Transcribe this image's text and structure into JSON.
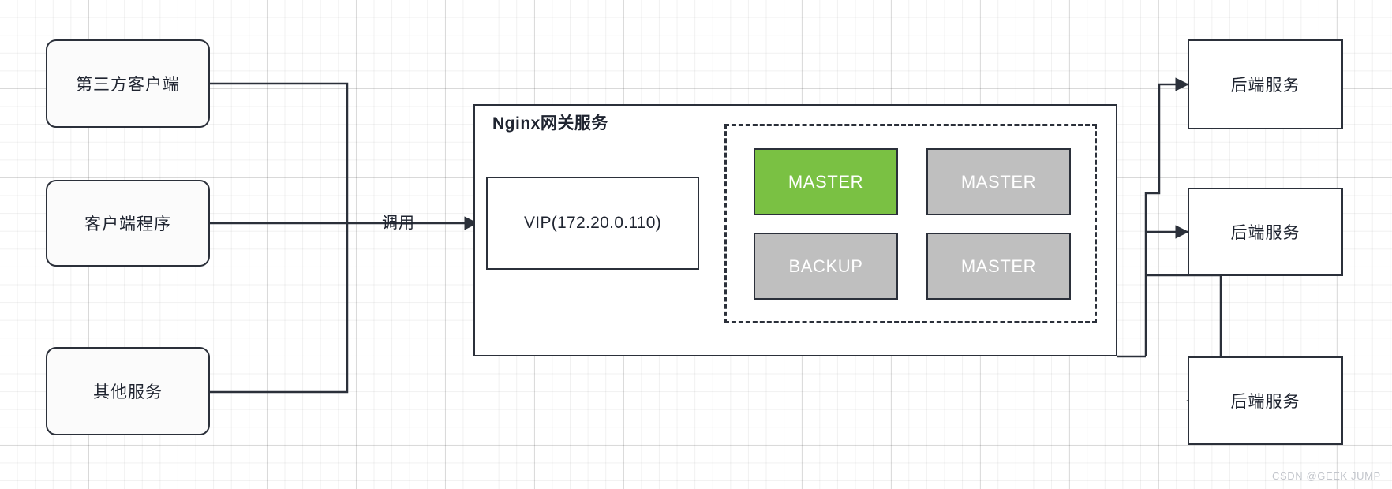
{
  "diagram": {
    "watermark": "CSDN @GEEK JUMP",
    "colors": {
      "stroke": "#2b303a",
      "master_active": "#7ac143",
      "node_idle": "#bfbfbf",
      "client_fill": "#fbfbfb",
      "canvas": "#ffffff",
      "grid": "#e8e8e8"
    },
    "clients": [
      {
        "label": "第三方客户端"
      },
      {
        "label": "客户端程序"
      },
      {
        "label": "其他服务"
      }
    ],
    "edges": {
      "call_label": "调用"
    },
    "gateway": {
      "title": "Nginx网关服务",
      "vip": {
        "label": "VIP(172.20.0.110)"
      },
      "cluster": {
        "nodes": [
          {
            "label": "MASTER",
            "state": "active",
            "fill": "#7ac143"
          },
          {
            "label": "MASTER",
            "state": "standby",
            "fill": "#bfbfbf"
          },
          {
            "label": "BACKUP",
            "state": "standby",
            "fill": "#bfbfbf"
          },
          {
            "label": "MASTER",
            "state": "standby",
            "fill": "#bfbfbf"
          }
        ]
      }
    },
    "backends": [
      {
        "label": "后端服务"
      },
      {
        "label": "后端服务"
      },
      {
        "label": "后端服务"
      }
    ]
  }
}
